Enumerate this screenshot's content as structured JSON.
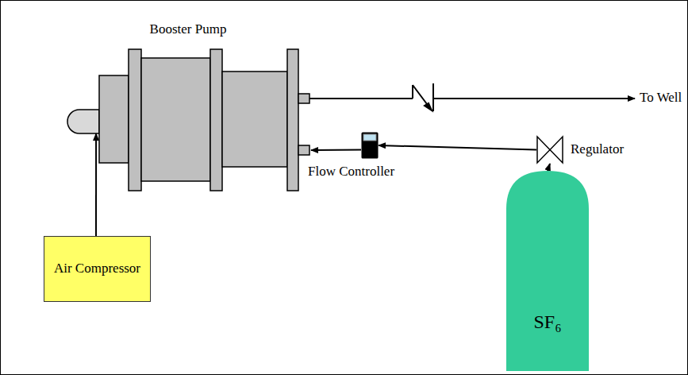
{
  "diagram": {
    "nodes": [
      {
        "text": [
          "Booster Pump"
        ]
      },
      {
        "text": [
          "Air Compressor"
        ]
      },
      {
        "text": [
          "Flow Controller"
        ]
      },
      {
        "text": [
          "Regulator"
        ]
      },
      {
        "text": [
          "SF₆"
        ]
      }
    ],
    "edges": [
      {
        "from": 1,
        "to": 0,
        "arrow": "to"
      },
      {
        "from": 4,
        "to": 3,
        "arrow": "to"
      },
      {
        "from": 3,
        "to": 2,
        "arrow": "to"
      },
      {
        "from": 2,
        "to": 0,
        "arrow": "to"
      }
    ],
    "labels": [
      "To Well"
    ]
  }
}
